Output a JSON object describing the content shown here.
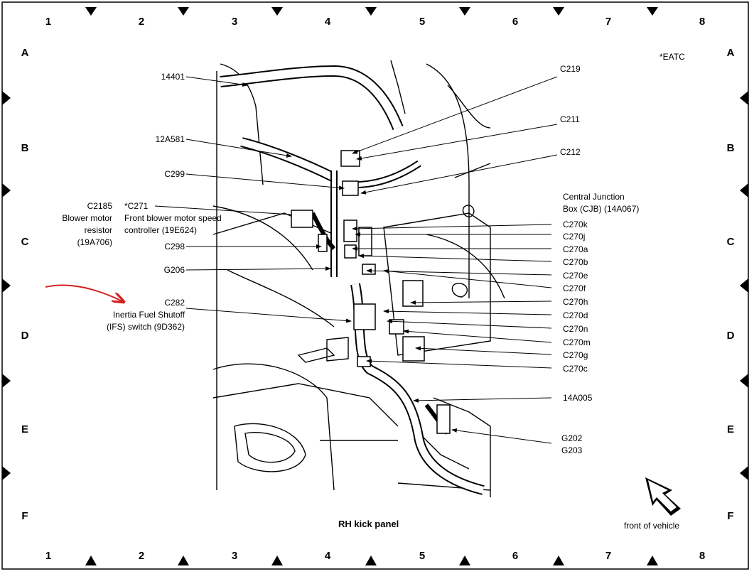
{
  "grid": {
    "columns": [
      "1",
      "2",
      "3",
      "4",
      "5",
      "6",
      "7",
      "8"
    ],
    "rows": [
      "A",
      "B",
      "C",
      "D",
      "E",
      "F"
    ]
  },
  "title": "RH kick panel",
  "note": "*EATC",
  "direction_label": "front of vehicle",
  "left_labels": {
    "l14401": "14401",
    "l12A581": "12A581",
    "C299": "C299",
    "c2185_line1": "C2185",
    "c2185_line2": "Blower motor",
    "c2185_line3": "resistor",
    "c2185_line4": "(19A706)",
    "c271_line1": "*C271",
    "c271_line2": "Front blower motor speed",
    "c271_line3": "controller (19E624)",
    "C298": "C298",
    "G206": "G206",
    "c282_line1": "C282",
    "c282_line2": "Inertia Fuel Shutoff",
    "c282_line3": "(IFS) switch (9D362)"
  },
  "right_labels": {
    "C219": "C219",
    "C211": "C211",
    "C212": "C212",
    "cjb_line1": "Central Junction",
    "cjb_line2": "Box (CJB) (14A067)",
    "C270k": "C270k",
    "C270j": "C270j",
    "C270a": "C270a",
    "C270b": "C270b",
    "C270e": "C270e",
    "C270f": "C270f",
    "C270h": "C270h",
    "C270d": "C270d",
    "C270n": "C270n",
    "C270m": "C270m",
    "C270g": "C270g",
    "C270c": "C270c",
    "l14A005": "14A005",
    "G202": "G202",
    "G203": "G203"
  },
  "colors": {
    "annotation_arrow": "#d42020",
    "ink": "#000000"
  }
}
